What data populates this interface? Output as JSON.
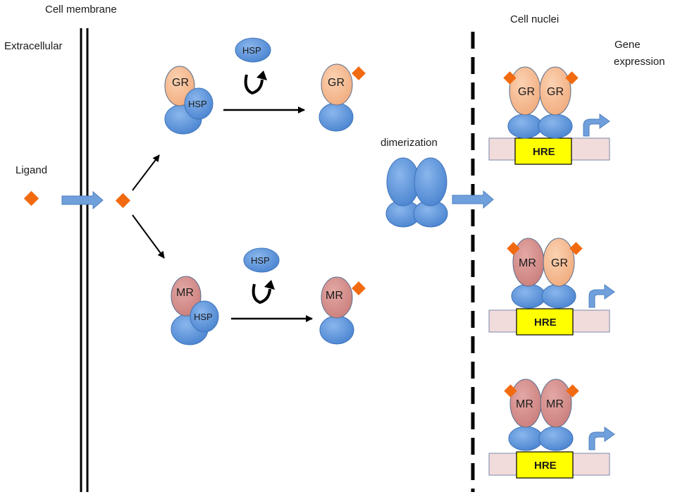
{
  "labels": {
    "cell_membrane": "Cell membrane",
    "extracellular": "Extracellular",
    "ligand": "Ligand",
    "cell_nuclei": "Cell nuclei",
    "gene": "Gene",
    "expression": "expression",
    "dimerization": "dimerization"
  },
  "molecules": {
    "gr": "GR",
    "mr": "MR",
    "hsp": "HSP",
    "hre": "HRE"
  },
  "colors": {
    "gr": "#f6b98e",
    "mr": "#d48a87",
    "blue": "#5b93d9",
    "ligand": "#f26a10",
    "hre_fill": "#ffff00",
    "dna": "#f2dcdb",
    "arrow_blue": "#6fa0dc"
  }
}
